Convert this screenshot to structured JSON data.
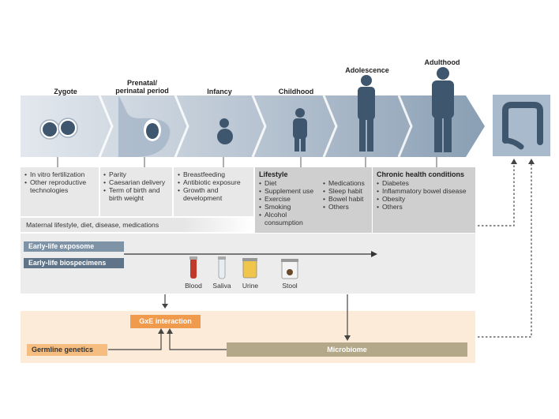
{
  "stages": [
    {
      "label": "Zygote"
    },
    {
      "label": "Prenatal/\nperinatal period"
    },
    {
      "label": "Infancy"
    },
    {
      "label": "Childhood"
    },
    {
      "label": "Adolescence"
    },
    {
      "label": "Adulthood"
    }
  ],
  "zygote_items": [
    "In vitro fertilization",
    "Other reproductive technologies"
  ],
  "prenatal_items": [
    "Parity",
    "Caesarian delivery",
    "Term of birth and birth weight"
  ],
  "infancy_items": [
    "Breastfeeding",
    "Antibiotic exposure",
    "Growth and development"
  ],
  "lifestyle": {
    "title": "Lifestyle",
    "col1": [
      "Diet",
      "Supplement use",
      "Exercise",
      "Smoking",
      "Alcohol consumption"
    ],
    "col2": [
      "Medications",
      "Sleep habit",
      "Bowel habit",
      "Others"
    ]
  },
  "chronic": {
    "title": "Chronic health conditions",
    "items": [
      "Diabetes",
      "Inflammatory bowel disease",
      "Obesity",
      "Others"
    ]
  },
  "maternal_text": "Maternal lifestyle, diet, disease, medications",
  "bars": {
    "exposome": "Early-life exposome",
    "biospecimens": "Early-life biospecimens"
  },
  "specimens": [
    "Blood",
    "Saliva",
    "Urine",
    "Stool"
  ],
  "gxe": "GxE interaction",
  "germline": "Germline genetics",
  "microbiome": "Microbiome",
  "colors": {
    "arrow_light": "#dde3ea",
    "arrow_mid": "#b6c3d1",
    "arrow_dark": "#8ea3b8",
    "silhouette": "#3e566e",
    "bar_blue": "#6b8096",
    "gxe_orange": "#ef9a4d",
    "germline_orange": "#f5b877",
    "microbiome_tan": "#b3a88a",
    "peach_bg": "#fde9d6"
  }
}
